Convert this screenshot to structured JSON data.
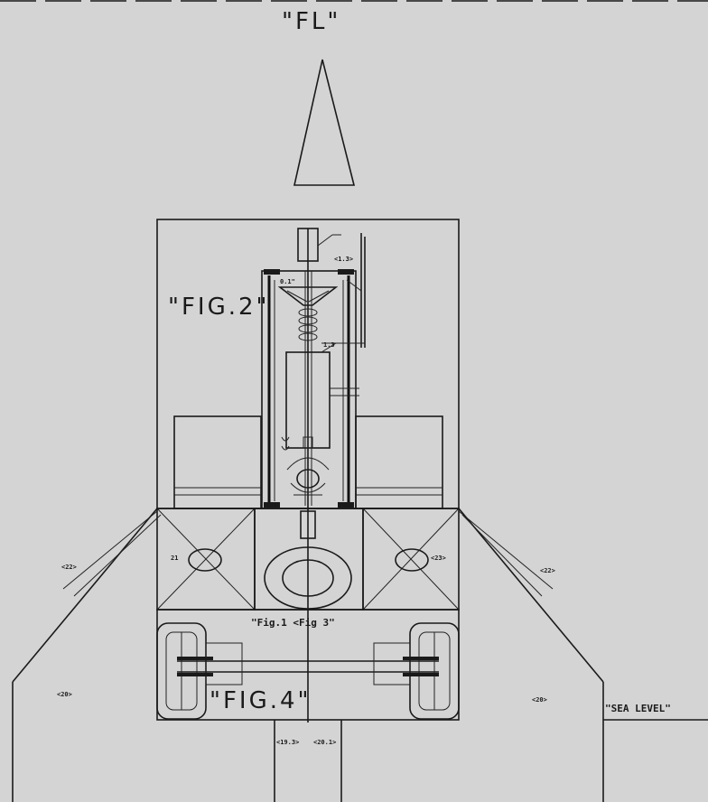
{
  "labels": {
    "top": "\"FL\"",
    "fig2": "\"FIG.2\"",
    "fig4": "\"FIG.4\"",
    "fig1_3": "\"Fig.1 <Fig 3\"",
    "sea_level": "\"SEA LEVEL\"",
    "n_1_3": "<1.3>",
    "n_22_left": "<22>",
    "n_22_right": "<22>",
    "n_21": "21",
    "n_23": "<23>",
    "n_20_left": "<20>",
    "n_20_right": "<20>",
    "n_19_3": "<19.3>",
    "n_20_1": "<20.1>",
    "n_small_a": "0.1\"",
    "n_small_b": "1.3"
  }
}
